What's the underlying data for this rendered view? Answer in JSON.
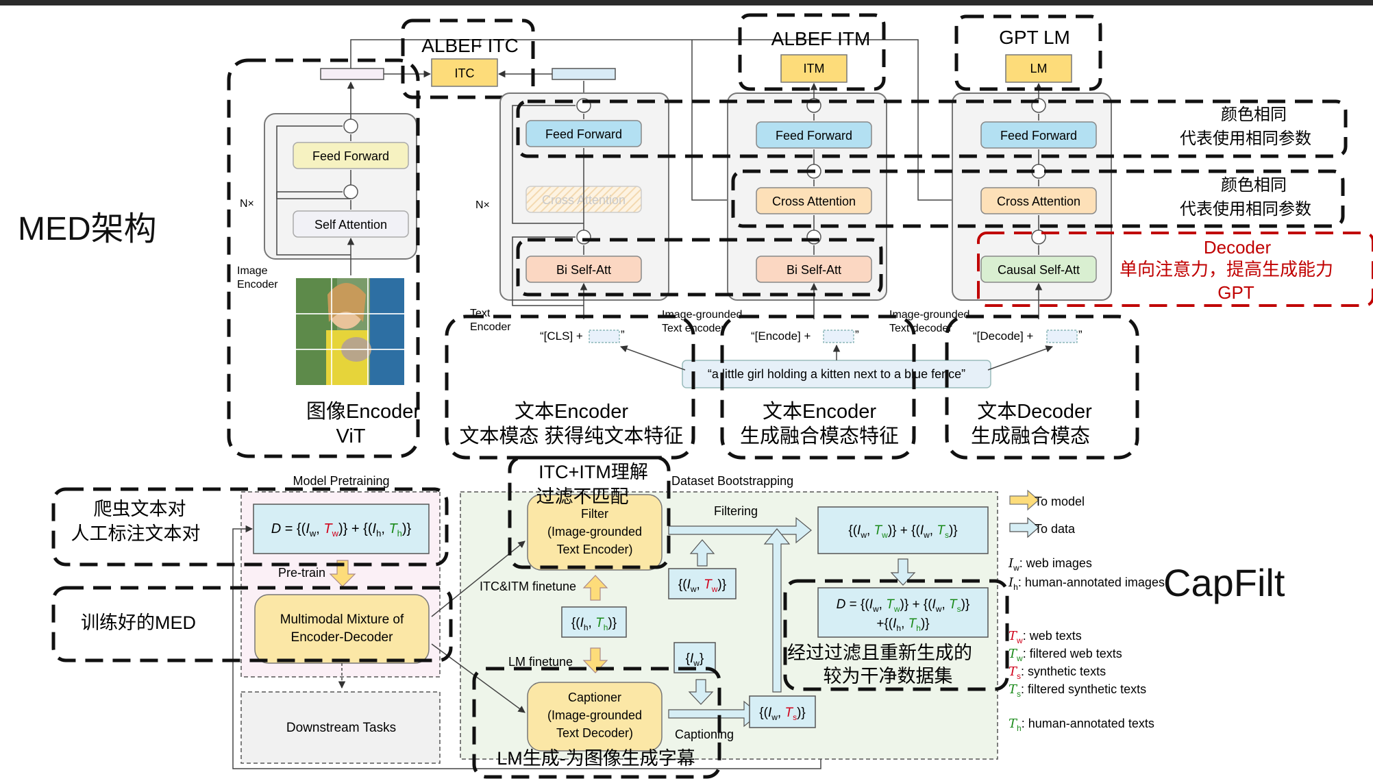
{
  "med": {
    "title": "MED架构",
    "left_nx": "N×",
    "mid_nx": "N×",
    "image_encoder_label": [
      "Image",
      "Encoder"
    ],
    "albef_itc": "ALBEF ITC",
    "itc": "ITC",
    "albef_itm": "ALBEF ITM",
    "itm": "ITM",
    "gpt_lm": "GPT LM",
    "lm": "LM",
    "feed_forward": "Feed Forward",
    "self_attention": "Self Attention",
    "cross_attention": "Cross Attention",
    "bi_self_att": "Bi Self-Att",
    "causal_self_att": "Causal Self-Att",
    "text_encoder_label": [
      "Text",
      "Encoder"
    ],
    "img_grounded_text_encoder_label": [
      "Image-grounded",
      "Text encoder"
    ],
    "img_grounded_text_decoder_label": [
      "Image-grounded",
      "Text decoder"
    ],
    "cls_token": "“[CLS] +",
    "encode_token": "“[Encode] +",
    "decode_token": "“[Decode] +",
    "close_quote": "”",
    "caption_input": "“a little girl holding a kitten next to a blue fence”",
    "note_same_color_1": [
      "颜色相同",
      "代表使用相同参数"
    ],
    "note_same_color_2": [
      "颜色相同",
      "代表使用相同参数"
    ],
    "decoder_note": [
      "Decoder",
      "单向注意力，提高生成能力",
      "GPT"
    ],
    "label_image_encoder": [
      "图像Encoder",
      "ViT"
    ],
    "label_text_encoder": [
      "文本Encoder",
      "文本模态 获得纯文本特征"
    ],
    "label_grounded_encoder": [
      "文本Encoder",
      "生成融合模态特征"
    ],
    "label_text_decoder": [
      "文本Decoder",
      "生成融合模态"
    ]
  },
  "capfilt": {
    "title": "CapFilt",
    "model_pretraining": "Model Pretraining",
    "dataset_bootstrapping": "Dataset Bootstrapping",
    "note_crawled": [
      "爬虫文本对",
      "人工标注文本对"
    ],
    "note_trained_med": "训练好的MED",
    "note_itc_itm": [
      "ITC+ITM理解",
      "过滤不匹配"
    ],
    "note_lm_caption": "LM生成-为图像生成字幕",
    "note_clean_data": [
      "经过过滤且重新生成的",
      "较为干净数据集"
    ],
    "pretrain": "Pre-train",
    "mixture": [
      "Multimodal Mixture of",
      "Encoder-Decoder"
    ],
    "downstream": "Downstream Tasks",
    "filter": [
      "Filter",
      "(Image-grounded",
      "Text Encoder)"
    ],
    "captioner": [
      "Captioner",
      "(Image-grounded",
      "Text Decoder)"
    ],
    "itc_itm_finetune": "ITC&ITM finetune",
    "lm_finetune": "LM finetune",
    "filtering": "Filtering",
    "captioning": "Captioning",
    "legend_to_model": "To model",
    "legend_to_data": "To data",
    "definitions": [
      {
        "symbol": "I",
        "sub": "w",
        "color": "#000000",
        "text": ": web images"
      },
      {
        "symbol": "I",
        "sub": "h",
        "color": "#000000",
        "text": ": human-annotated images"
      },
      {
        "symbol": "T",
        "sub": "w",
        "color": "#d0021b",
        "text": ": web texts"
      },
      {
        "symbol": "T",
        "sub": "w",
        "color": "#1a8a1a",
        "text": ": filtered web texts"
      },
      {
        "symbol": "T",
        "sub": "s",
        "color": "#d0021b",
        "text": ": synthetic texts"
      },
      {
        "symbol": "T",
        "sub": "s",
        "color": "#1a8a1a",
        "text": ": filtered synthetic texts"
      },
      {
        "symbol": "T",
        "sub": "h",
        "color": "#1a8a1a",
        "text": ": human-annotated texts"
      }
    ]
  },
  "colors": {
    "feed_forward": "#b3e0f2",
    "attention_yellow": "#f6f2c1",
    "cross_attention": "#fde0b8",
    "bi_self_att": "#fbd7c2",
    "causal_self_att": "#d9efd1",
    "head_yellow": "#fddc7a",
    "data_blue": "#d6eef5",
    "mixture_yellow": "#fbe7a6",
    "bootstrap_bg": "#eef5ea",
    "note_red": "#c00000",
    "red_text": "#d0021b",
    "green_text": "#1a8a1a"
  }
}
